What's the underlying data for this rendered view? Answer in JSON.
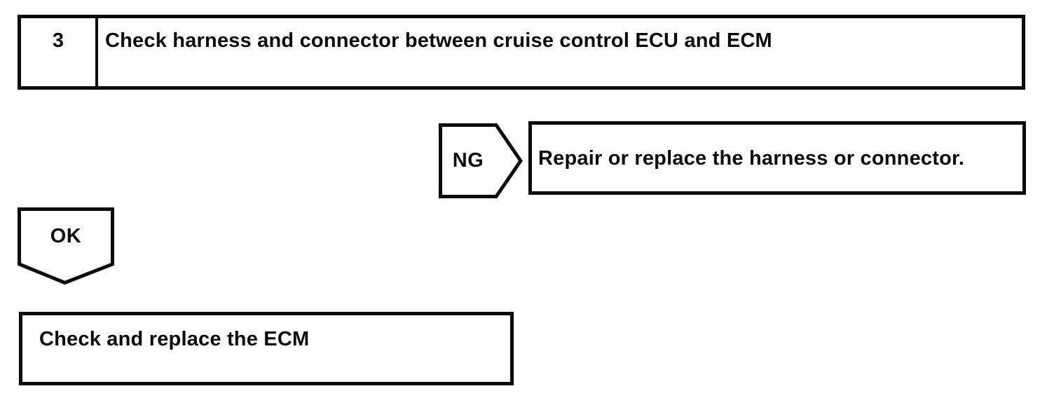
{
  "page": {
    "background_color": "#ffffff",
    "ink_color": "#0a0a0a",
    "kind": "troubleshooting-flowchart"
  },
  "flowchart": {
    "step": {
      "number": "3",
      "title": "Check harness and connector between cruise control ECU and ECM"
    },
    "ng_branch": {
      "label": "NG",
      "action": "Repair or replace the harness or connector."
    },
    "ok_branch": {
      "label": "OK",
      "action": "Check and replace the ECM"
    }
  }
}
